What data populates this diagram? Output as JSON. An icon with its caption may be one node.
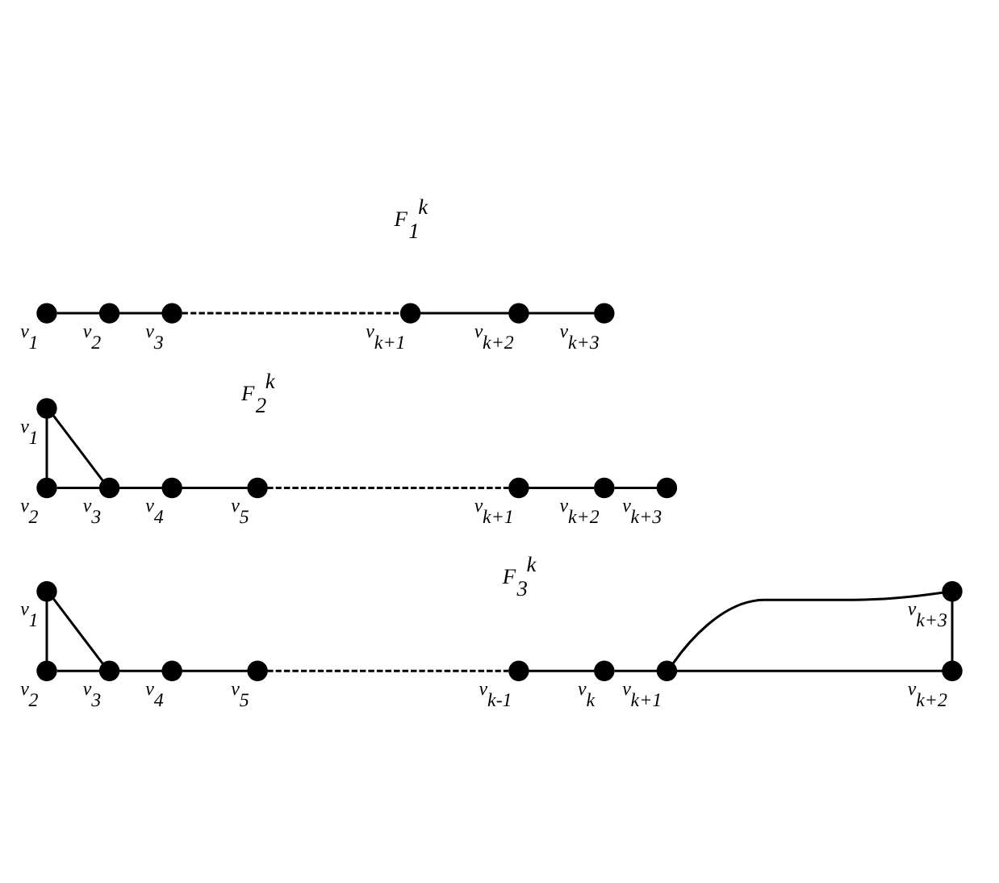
{
  "diagram": {
    "nodes": [
      {
        "text": [],
        "shape": "circle",
        "beside": [
          "v$_{1}$"
        ]
      },
      {
        "text": [],
        "shape": "circle",
        "beside": [
          "v$_{2}$"
        ]
      },
      {
        "text": [],
        "shape": "circle",
        "beside": [
          "v$_{3}$"
        ]
      },
      {
        "text": [],
        "shape": "circle",
        "beside": [
          "v$_{k+1}$"
        ]
      },
      {
        "text": [],
        "shape": "circle",
        "beside": [
          "v$_{k+2}$"
        ]
      },
      {
        "text": [],
        "shape": "circle",
        "beside": [
          "v$_{k+3}$"
        ]
      },
      {
        "text": [],
        "shape": "circle",
        "beside": [
          "v$_{2}$"
        ]
      },
      {
        "text": [],
        "shape": "circle",
        "beside": [
          "v$_{1}$"
        ]
      },
      {
        "text": [],
        "shape": "circle",
        "beside": [
          "v$_{3}$"
        ]
      },
      {
        "text": [],
        "shape": "circle",
        "beside": [
          "v$_{4}$"
        ]
      },
      {
        "text": [],
        "shape": "circle",
        "beside": [
          "v$_{5}$"
        ]
      },
      {
        "text": [],
        "shape": "circle",
        "beside": [
          "v$_{k+1}$"
        ]
      },
      {
        "text": [],
        "shape": "circle",
        "beside": [
          "v$_{k+2}$"
        ]
      },
      {
        "text": [],
        "shape": "circle",
        "beside": [
          "v$_{k+3}$"
        ]
      },
      {
        "text": [],
        "shape": "circle",
        "beside": [
          "v$_{2}$"
        ]
      },
      {
        "text": [],
        "shape": "circle",
        "beside": [
          "v$_{1}$"
        ]
      },
      {
        "text": [],
        "shape": "circle",
        "beside": [
          "v$_{3}$"
        ]
      },
      {
        "text": [],
        "shape": "circle",
        "beside": [
          "v$_{4}$"
        ]
      },
      {
        "text": [],
        "shape": "circle",
        "beside": [
          "v$_{5}$"
        ]
      },
      {
        "text": [],
        "shape": "circle",
        "beside": [
          "v$_{k-1}$"
        ]
      },
      {
        "text": [],
        "shape": "circle",
        "beside": [
          "v$_{k}$"
        ]
      },
      {
        "text": [],
        "shape": "circle",
        "beside": [
          "v$_{k+1}$"
        ]
      },
      {
        "text": [],
        "shape": "circle",
        "beside": [
          "v$_{k+2}$"
        ]
      },
      {
        "text": [],
        "shape": "circle",
        "beside": [
          "v$_{k+3}$"
        ]
      }
    ],
    "edges": [
      {
        "from": 0,
        "to": 1,
        "arrow": "none"
      },
      {
        "from": 1,
        "to": 2,
        "arrow": "none"
      },
      {
        "from": 2,
        "to": 3,
        "arrow": "none",
        "style": "dashed"
      },
      {
        "from": 3,
        "to": 4,
        "arrow": "none"
      },
      {
        "from": 4,
        "to": 5,
        "arrow": "none"
      },
      {
        "from": 6,
        "to": 7,
        "arrow": "none"
      },
      {
        "from": 6,
        "to": 8,
        "arrow": "none"
      },
      {
        "from": 7,
        "to": 8,
        "arrow": "none"
      },
      {
        "from": 8,
        "to": 9,
        "arrow": "none"
      },
      {
        "from": 9,
        "to": 10,
        "arrow": "none"
      },
      {
        "from": 10,
        "to": 11,
        "arrow": "none",
        "style": "dashed"
      },
      {
        "from": 11,
        "to": 12,
        "arrow": "none"
      },
      {
        "from": 12,
        "to": 13,
        "arrow": "none"
      },
      {
        "from": 14,
        "to": 15,
        "arrow": "none"
      },
      {
        "from": 14,
        "to": 16,
        "arrow": "none"
      },
      {
        "from": 15,
        "to": 16,
        "arrow": "none"
      },
      {
        "from": 16,
        "to": 17,
        "arrow": "none"
      },
      {
        "from": 17,
        "to": 18,
        "arrow": "none"
      },
      {
        "from": 18,
        "to": 19,
        "arrow": "none",
        "style": "dashed"
      },
      {
        "from": 19,
        "to": 20,
        "arrow": "none"
      },
      {
        "from": 20,
        "to": 21,
        "arrow": "none"
      },
      {
        "from": 21,
        "to": 22,
        "arrow": "none"
      },
      {
        "from": 21,
        "to": 23,
        "arrow": "none"
      },
      {
        "from": 22,
        "to": 23,
        "arrow": "none"
      }
    ],
    "labels": [
      "F$_{1}$$^{k}$",
      "F$_{2}$$^{k}$",
      "F$_{3}$$^{k}$"
    ]
  }
}
